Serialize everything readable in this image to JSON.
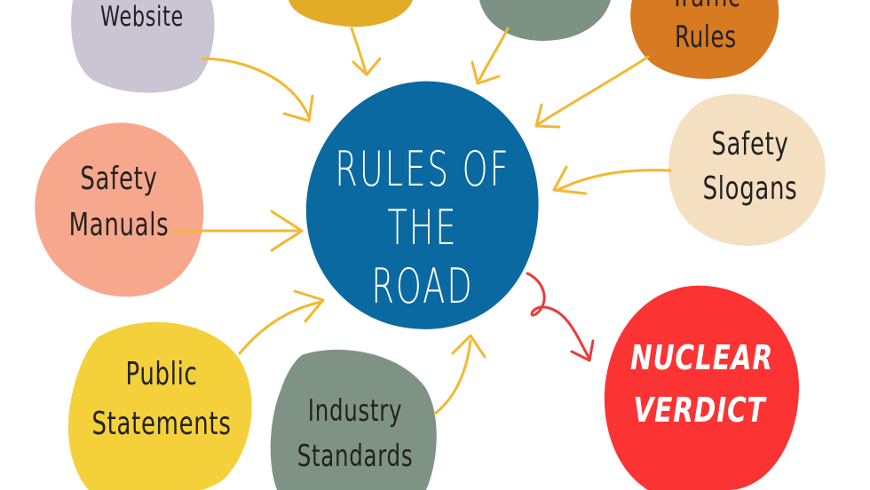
{
  "diagram": {
    "center": {
      "line1": "RULES OF",
      "line2": "THE ROAD",
      "color": "#0a69a1"
    },
    "outcome": {
      "line1": "NUCLEAR",
      "line2": "VERDICT",
      "color": "#fb3333",
      "arrow_color": "#ec3a3a"
    },
    "arrow_color": "#f5b731",
    "sources": [
      {
        "id": "website",
        "line1": "Website",
        "line2": "",
        "color": "#cbc5d3"
      },
      {
        "id": "top-yellow",
        "line1": "",
        "line2": "",
        "color": "#e3ac27"
      },
      {
        "id": "top-grey",
        "line1": "",
        "line2": "",
        "color": "#7d9282"
      },
      {
        "id": "traffic-rules",
        "line1": "Traffic",
        "line2": "Rules",
        "color": "#d87a21"
      },
      {
        "id": "safety-slogans",
        "line1": "Safety",
        "line2": "Slogans",
        "color": "#f5dfc1"
      },
      {
        "id": "safety-manuals",
        "line1": "Safety",
        "line2": "Manuals",
        "color": "#f7a78b"
      },
      {
        "id": "public-statements",
        "line1": "Public",
        "line2": "Statements",
        "color": "#f4d03a"
      },
      {
        "id": "industry-standards",
        "line1": "Industry",
        "line2": "Standards",
        "color": "#7f9384"
      }
    ]
  }
}
